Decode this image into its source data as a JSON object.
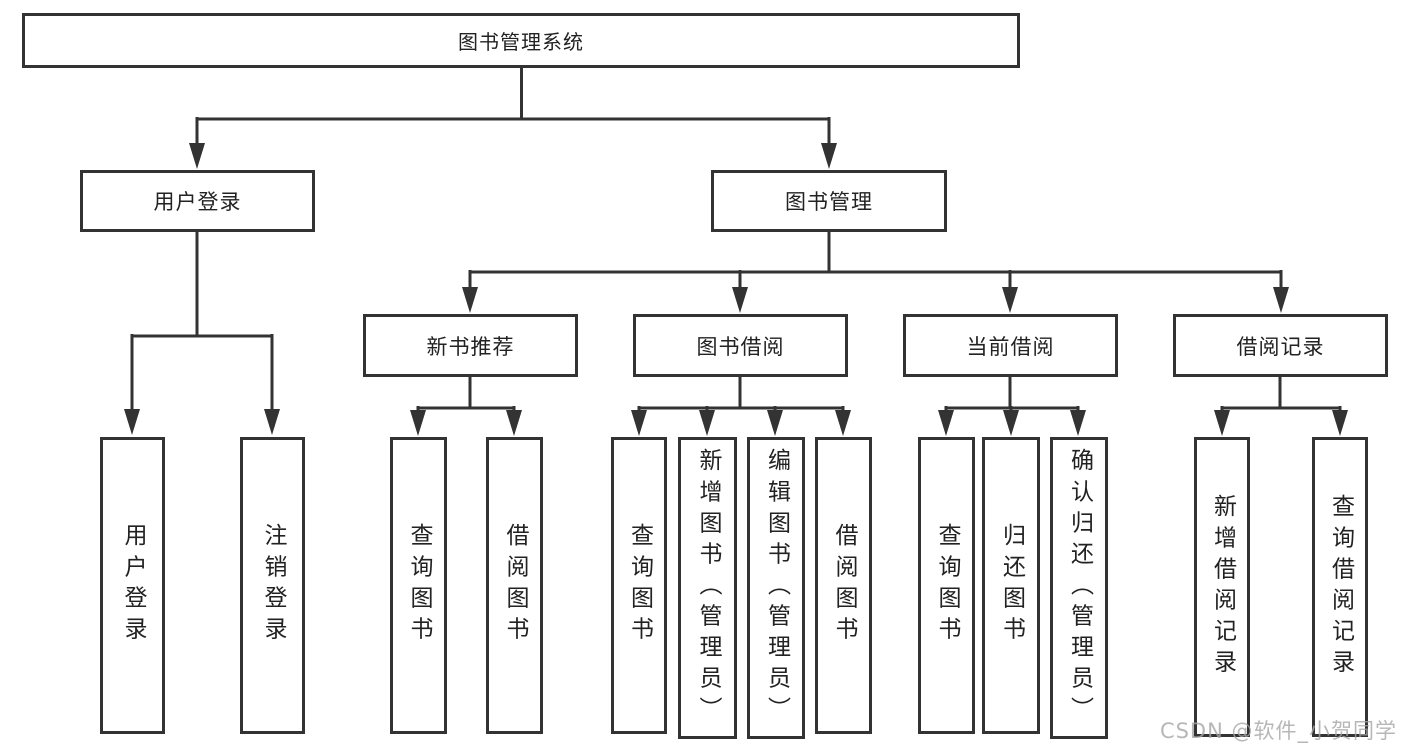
{
  "tree": {
    "root": {
      "label": "图书管理系统"
    },
    "branches": {
      "user_login": {
        "label": "用户登录",
        "children": [
          {
            "label": "用户登录"
          },
          {
            "label": "注销登录"
          }
        ]
      },
      "book_management": {
        "label": "图书管理",
        "modules": [
          {
            "label": "新书推荐",
            "children": [
              {
                "label": "查询图书"
              },
              {
                "label": "借阅图书"
              }
            ]
          },
          {
            "label": "图书借阅",
            "children": [
              {
                "label": "查询图书"
              },
              {
                "label": "新增图书（管理员）"
              },
              {
                "label": "编辑图书（管理员）"
              },
              {
                "label": "借阅图书"
              }
            ]
          },
          {
            "label": "当前借阅",
            "children": [
              {
                "label": "查询图书"
              },
              {
                "label": "归还图书"
              },
              {
                "label": "确认归还（管理员）"
              }
            ]
          },
          {
            "label": "借阅记录",
            "children": [
              {
                "label": "新增借阅记录"
              },
              {
                "label": "查询借阅记录"
              }
            ]
          }
        ]
      }
    }
  },
  "watermark": {
    "text": "CSDN @软件_小贺同学"
  },
  "colors": {
    "line": "#333333",
    "text": "#222222",
    "background": "#ffffff",
    "watermark": "#a5a5a5"
  }
}
